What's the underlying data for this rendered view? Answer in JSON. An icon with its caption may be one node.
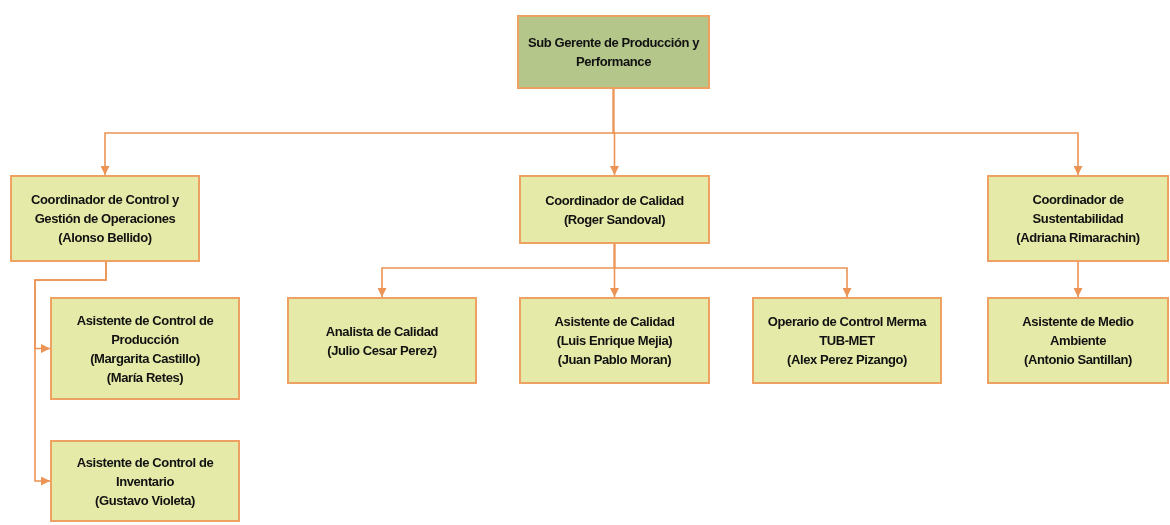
{
  "diagram": {
    "nodes": [
      {
        "text": [
          "Sub Gerente de Producción y Performance"
        ]
      },
      {
        "text": [
          "Coordinador de Control y Gestión de Operaciones",
          "(Alonso Bellido)"
        ]
      },
      {
        "text": [
          "Coordinador de Calidad",
          "(Roger Sandoval)"
        ]
      },
      {
        "text": [
          "Coordinador de Sustentabilidad",
          "(Adriana Rimarachin)"
        ]
      },
      {
        "text": [
          "Asistente de Control de Producción",
          "(Margarita Castillo)",
          "(María Retes)"
        ]
      },
      {
        "text": [
          "Asistente de Control de Inventario",
          "(Gustavo Violeta)"
        ]
      },
      {
        "text": [
          "Analista de Calidad",
          "(Julio Cesar Perez)"
        ]
      },
      {
        "text": [
          "Asistente de Calidad",
          "(Luis Enrique Mejia)",
          "(Juan Pablo Moran)"
        ]
      },
      {
        "text": [
          "Operario de Control Merma TUB-MET",
          "(Alex Perez Pizango)"
        ]
      },
      {
        "text": [
          "Asistente de Medio Ambiente",
          "(Antonio Santillan)"
        ]
      }
    ],
    "edges": [
      {
        "from": 0,
        "to": 1,
        "arrow": "to"
      },
      {
        "from": 0,
        "to": 2,
        "arrow": "to"
      },
      {
        "from": 0,
        "to": 3,
        "arrow": "to"
      },
      {
        "from": 1,
        "to": 4,
        "arrow": "to"
      },
      {
        "from": 1,
        "to": 5,
        "arrow": "to"
      },
      {
        "from": 2,
        "to": 6,
        "arrow": "to"
      },
      {
        "from": 2,
        "to": 7,
        "arrow": "to"
      },
      {
        "from": 2,
        "to": 8,
        "arrow": "to"
      },
      {
        "from": 3,
        "to": 9,
        "arrow": "to"
      }
    ]
  }
}
